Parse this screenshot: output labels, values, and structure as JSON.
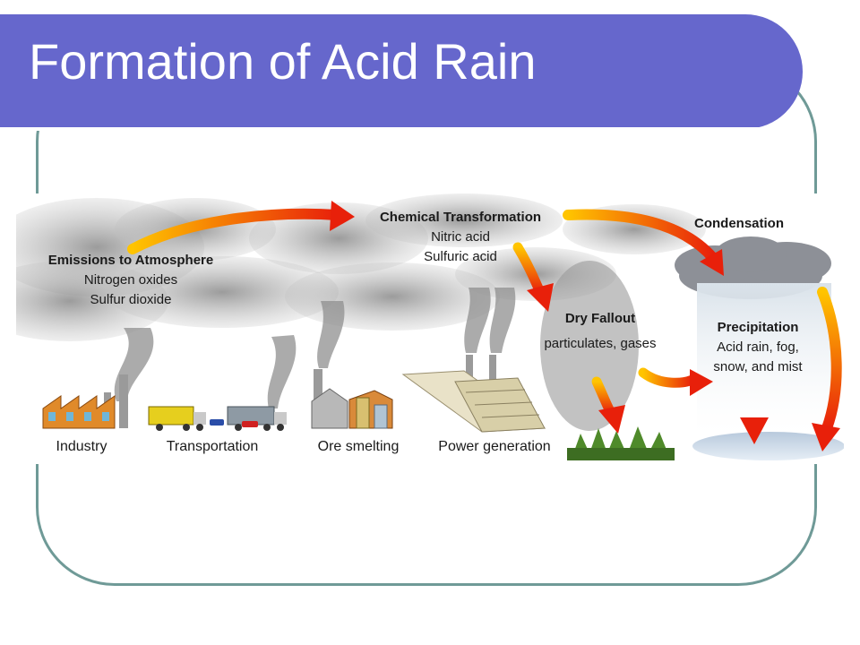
{
  "title": "Formation of Acid Rain",
  "diagram": {
    "emissions": {
      "heading": "Emissions to Atmosphere",
      "lines": [
        "Nitrogen oxides",
        "Sulfur dioxide"
      ]
    },
    "chemical": {
      "heading": "Chemical Transformation",
      "lines": [
        "Nitric acid",
        "Sulfuric acid"
      ]
    },
    "condensation": {
      "heading": "Condensation"
    },
    "dry_fallout": {
      "heading": "Dry Fallout",
      "lines": [
        "particulates, gases"
      ]
    },
    "precipitation": {
      "heading": "Precipitation",
      "lines": [
        "Acid rain, fog,",
        "snow, and mist"
      ]
    },
    "sources": [
      "Industry",
      "Transportation",
      "Ore smelting",
      "Power generation"
    ]
  },
  "colors": {
    "title_bar": "#6667cc",
    "frame": "#6f9a97",
    "arrow_start": "#ffb000",
    "arrow_end": "#e8200a",
    "smoke": "#9a9a9a"
  }
}
